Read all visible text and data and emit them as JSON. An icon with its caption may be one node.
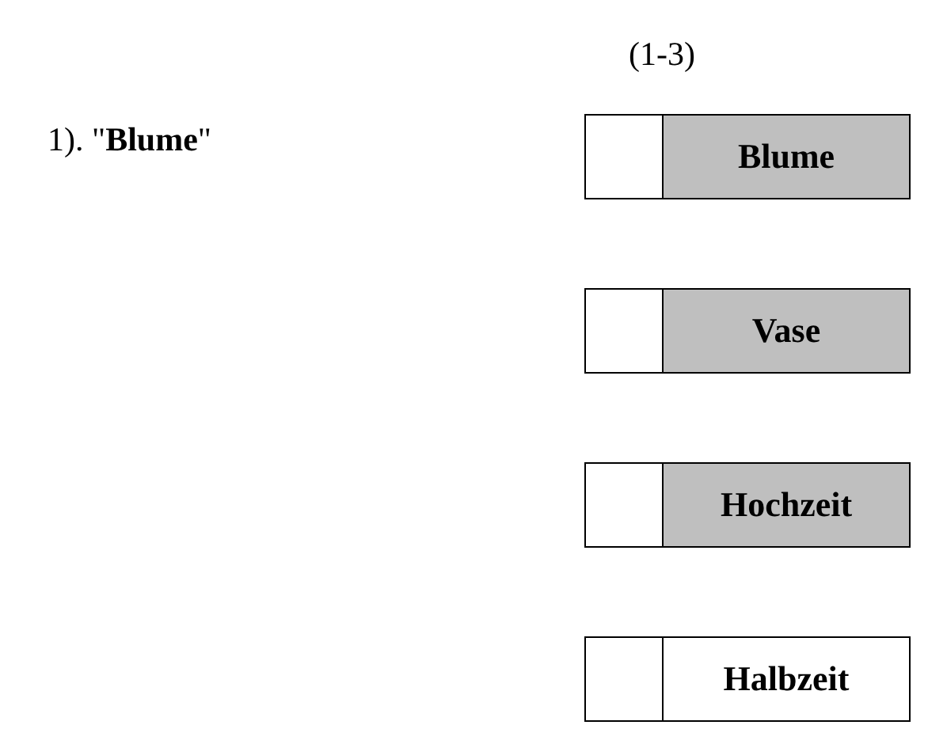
{
  "diagram": {
    "nodes": [
      {
        "text": [
          "Blume"
        ]
      },
      {
        "text": [
          "Vase"
        ]
      },
      {
        "text": [
          "Hochzeit"
        ]
      },
      {
        "text": [
          "Halbzeit"
        ]
      }
    ],
    "labels": [
      "(1-3)",
      "1). \"**Blume**\""
    ]
  }
}
